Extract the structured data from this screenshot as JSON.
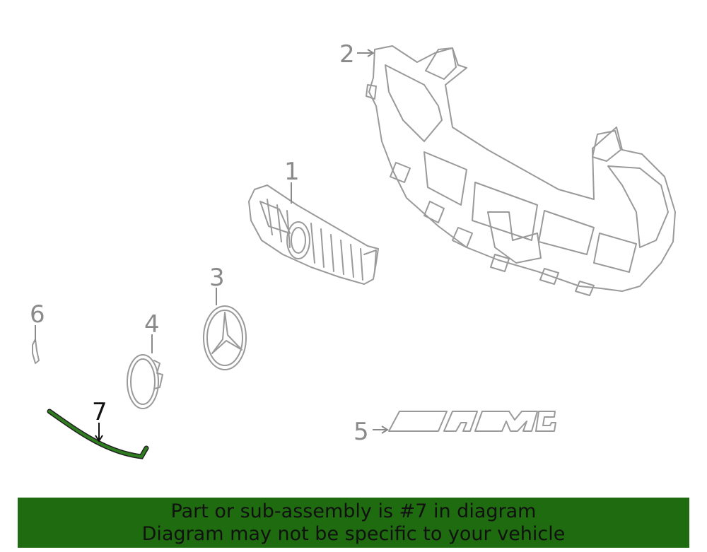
{
  "callouts": {
    "c1": "1",
    "c2": "2",
    "c3": "3",
    "c4": "4",
    "c5": "5",
    "c6": "6",
    "c7": "7"
  },
  "banner": {
    "line1": "Part or sub-assembly is #7 in diagram",
    "line2": "Diagram may not be specific to your vehicle"
  },
  "colors": {
    "highlight_part": "#2e7d1e",
    "banner_bg": "#1e6b10",
    "line_art": "#9a9a9a"
  }
}
